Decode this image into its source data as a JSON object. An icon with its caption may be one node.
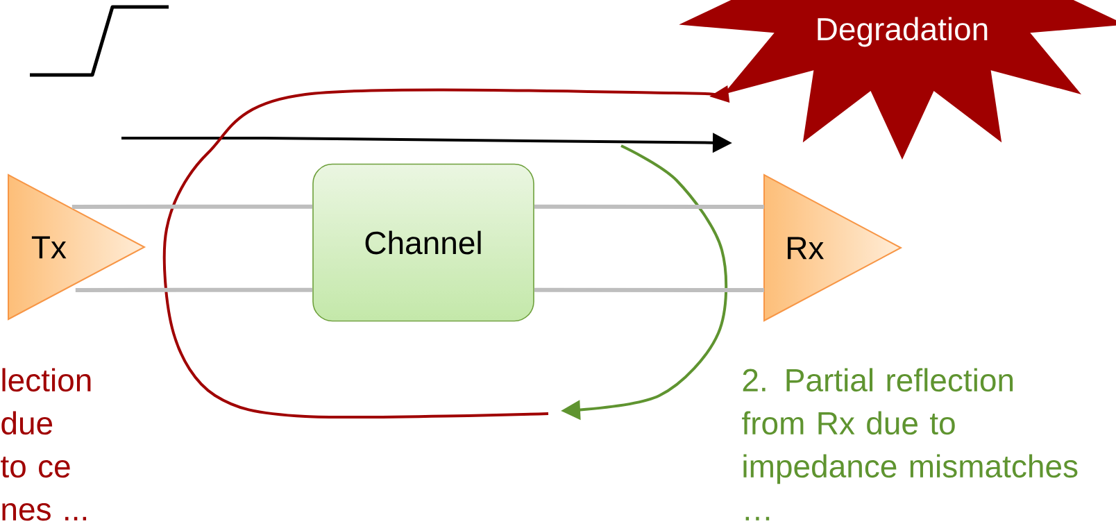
{
  "diagram": {
    "nodes": [
      {
        "text": [
          "Tx"
        ]
      },
      {
        "text": [
          "Channel"
        ]
      },
      {
        "text": [
          "Rx"
        ]
      },
      {
        "text": [
          "Degradation"
        ]
      }
    ],
    "edges": [
      {
        "from": 0,
        "to": 1,
        "arrow": "none"
      },
      {
        "from": 1,
        "to": 2,
        "arrow": "none"
      },
      {
        "from": 0,
        "to": 1,
        "arrow": "none"
      },
      {
        "from": 1,
        "to": 2,
        "arrow": "none"
      }
    ],
    "labels": [
      "lection due to ce nes ...",
      "2. Partial reflection from Rx due to impedance mismatches …"
    ]
  }
}
